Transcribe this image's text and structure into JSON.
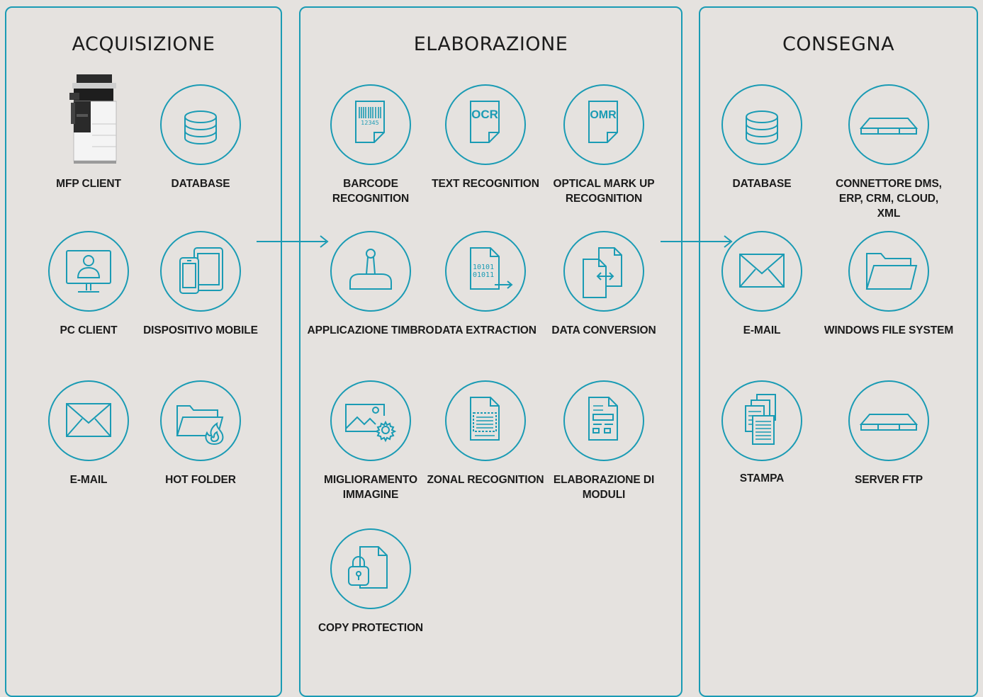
{
  "accent_color": "#1a9bb4",
  "background_color": "#e5e2df",
  "columns": [
    {
      "title": "ACQUISIZIONE",
      "items": [
        {
          "label": "MFP CLIENT",
          "icon": "mfp-printer-image"
        },
        {
          "label": "DATABASE",
          "icon": "database-icon"
        },
        {
          "label": "PC CLIENT",
          "icon": "pc-client-icon"
        },
        {
          "label": "DISPOSITIVO MOBILE",
          "icon": "mobile-devices-icon"
        },
        {
          "label": "E-MAIL",
          "icon": "envelope-icon"
        },
        {
          "label": "HOT FOLDER",
          "icon": "hot-folder-icon"
        }
      ]
    },
    {
      "title": "ELABORAZIONE",
      "items": [
        {
          "label": "BARCODE RECOGNITION",
          "icon": "barcode-document-icon",
          "icon_text": "12345"
        },
        {
          "label": "TEXT RECOGNITION",
          "icon": "ocr-document-icon",
          "icon_text": "OCR"
        },
        {
          "label": "OPTICAL MARK UP RECOGNITION",
          "icon": "omr-document-icon",
          "icon_text": "OMR"
        },
        {
          "label": "APPLICAZIONE TIMBRO",
          "icon": "stamp-icon"
        },
        {
          "label": "DATA EXTRACTION",
          "icon": "binary-document-icon",
          "icon_text": [
            "10101",
            "01011"
          ]
        },
        {
          "label": "DATA CONVERSION",
          "icon": "document-conversion-icon"
        },
        {
          "label": "MIGLIORAMENTO IMMAGINE",
          "icon": "image-settings-icon"
        },
        {
          "label": "ZONAL RECOGNITION",
          "icon": "zonal-document-icon"
        },
        {
          "label": "ELABORAZIONE DI MODULI",
          "icon": "form-document-icon"
        },
        {
          "label": "COPY PROTECTION",
          "icon": "padlock-document-icon"
        }
      ]
    },
    {
      "title": "CONSEGNA",
      "items": [
        {
          "label": "DATABASE",
          "icon": "database-icon"
        },
        {
          "label": "CONNETTORE DMS, ERP, CRM, CLOUD, XML",
          "icon": "server-rack-icon"
        },
        {
          "label": "E-MAIL",
          "icon": "envelope-icon"
        },
        {
          "label": "WINDOWS FILE SYSTEM",
          "icon": "folder-icon"
        },
        {
          "label": "STAMPA",
          "icon": "printed-documents-icon"
        },
        {
          "label": "SERVER FTP",
          "icon": "server-rack-icon"
        }
      ]
    }
  ]
}
